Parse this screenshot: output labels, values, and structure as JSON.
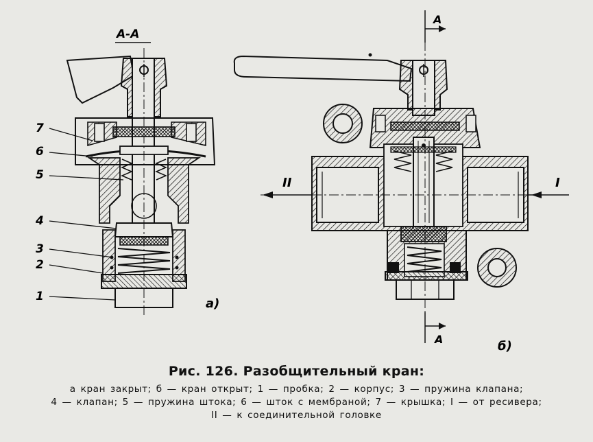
{
  "figure": {
    "section_label": "А-А",
    "left_view_label": "а)",
    "right_view_label": "б)",
    "cut_label_top": "А",
    "cut_label_bottom": "А",
    "flow_out_label": "II",
    "flow_in_label": "I",
    "part_numbers": [
      "7",
      "6",
      "5",
      "4",
      "3",
      "2",
      "1"
    ]
  },
  "caption": {
    "title": "Рис. 126. Разобщительный кран:",
    "legend_line1": "а  кран закрыт; б — кран открыт; 1 — пробка; 2 — корпус; 3 — пружина клапана;",
    "legend_line2": "4 — клапан; 5 — пружина штока; 6 — шток с мембраной; 7 — крышка; I — от ресивера;",
    "legend_line3": "II — к соединительной головке"
  }
}
